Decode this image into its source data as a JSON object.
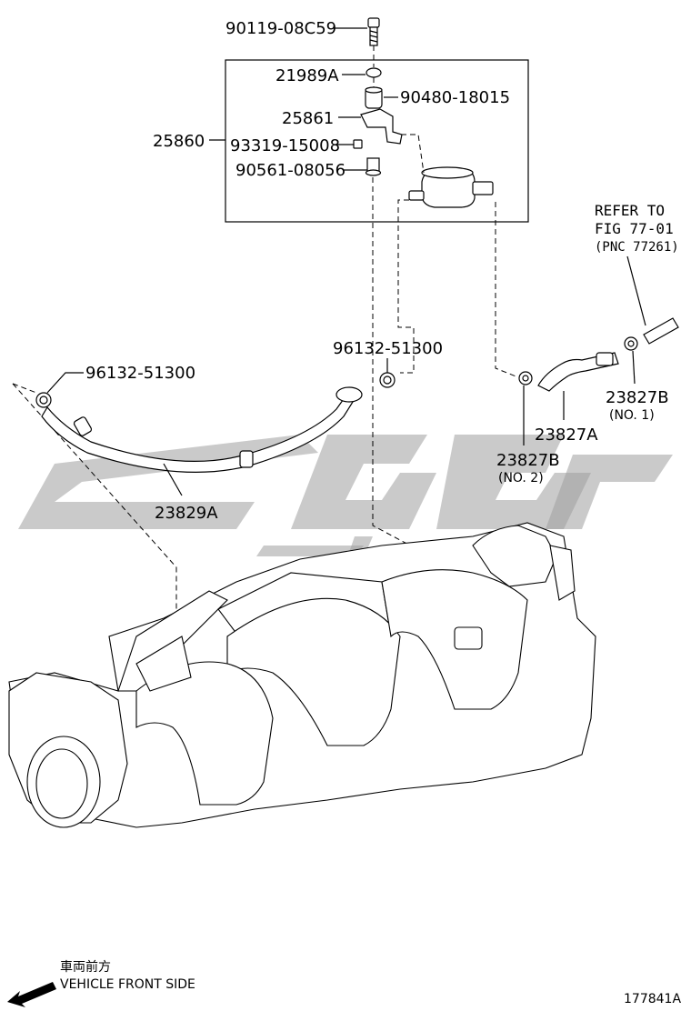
{
  "diagram": {
    "part_labels": {
      "p90119": "90119-08C59",
      "p21989A": "21989A",
      "p90480": "90480-18015",
      "p25861": "25861",
      "p25860": "25860",
      "p93319": "93319-15008",
      "p90561": "90561-08056",
      "p96132_left": "96132-51300",
      "p96132_mid": "96132-51300",
      "p23829A": "23829A",
      "p23827A": "23827A",
      "p23827B_no1": "23827B",
      "p23827B_no1_sub": "(NO. 1)",
      "p23827B_no2": "23827B",
      "p23827B_no2_sub": "(NO. 2)"
    },
    "refer_note": {
      "line1": "REFER TO",
      "line2": "FIG 77-01",
      "line3": "(PNC 77261)"
    },
    "front_note": {
      "jp": "車両前方",
      "en": "VEHICLE FRONT SIDE"
    },
    "figure_number": "177841A",
    "watermark_color": "#9e9e9e"
  }
}
